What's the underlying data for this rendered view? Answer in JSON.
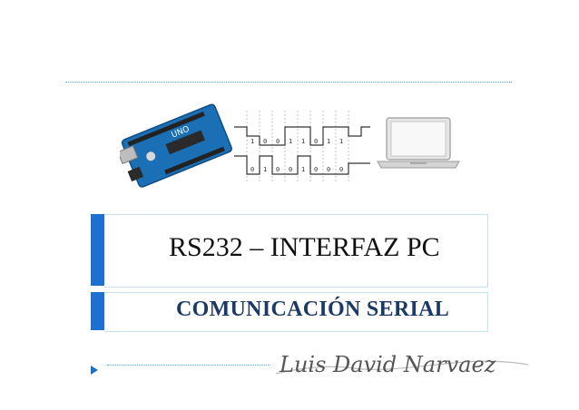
{
  "slide": {
    "title": "RS232 – INTERFAZ PC",
    "subtitle": "COMUNICACIÓN SERIAL",
    "signature": "Luis David Narvaez"
  },
  "signal": {
    "top_bits": [
      "1",
      "0",
      "0",
      "1",
      "1",
      "0",
      "1",
      "1"
    ],
    "bottom_bits": [
      "0",
      "1",
      "0",
      "0",
      "1",
      "0",
      "0",
      "0"
    ]
  },
  "icons": {
    "board": "arduino-board-icon",
    "laptop": "laptop-icon",
    "bullet": "triangle-bullet-icon"
  },
  "colors": {
    "accent": "#1f6fd0",
    "subtitle": "#1b3a66",
    "dotted": "#4fb3c8",
    "board": "#1a6fb5"
  }
}
